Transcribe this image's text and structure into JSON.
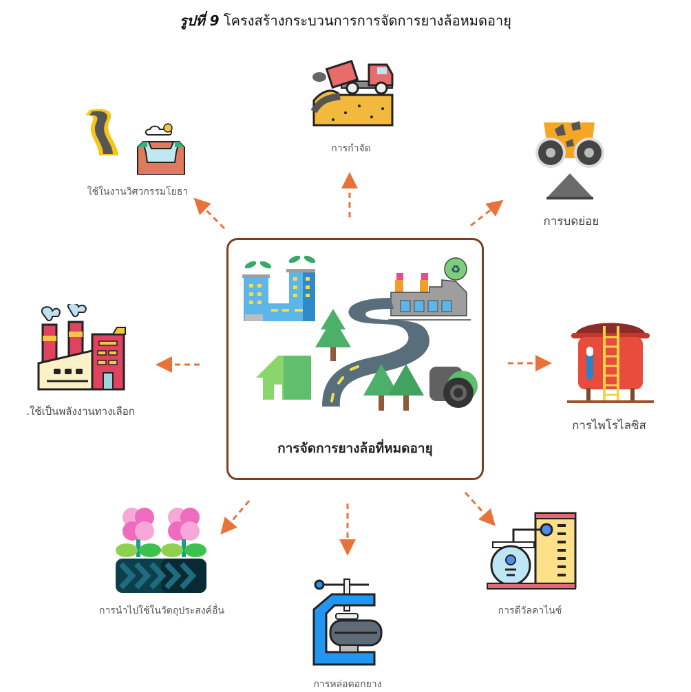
{
  "figure": {
    "number_label": "รูปที่ 9",
    "title": "โครงสร้างกระบวนการการจัดการยางล้อหมดอายุ"
  },
  "center": {
    "label": "การจัดการยางล้อที่หมดอายุ",
    "icons": [
      "green-building-icon",
      "recycling-factory-icon",
      "house-icon",
      "pine-tree-icon",
      "winding-road-icon",
      "tire-stack-icon"
    ]
  },
  "arrow_color": "#e8733a",
  "border_color": "#7a3f1e",
  "branches": [
    {
      "id": "disposal",
      "label": "การกำจัด",
      "icon": "dump-truck-landfill-icon"
    },
    {
      "id": "crushing",
      "label": "การบดย่อย",
      "icon": "crusher-icon"
    },
    {
      "id": "pyrolysis",
      "label": "การไพโรไลซิส",
      "icon": "pyrolysis-reactor-icon"
    },
    {
      "id": "devulcanization",
      "label": "การดีวัลคาไนซ์",
      "icon": "devulcanization-plant-icon"
    },
    {
      "id": "retreading",
      "label": "การหล่อดอกยาง",
      "icon": "tire-press-icon"
    },
    {
      "id": "other-purposes",
      "label": "การนำไปใช้ในวัตถุประสงค์อื่น",
      "icon": "tire-planter-icon"
    },
    {
      "id": "alternative-energy",
      "label": ".ใช้เป็นพลังงานทางเลือก",
      "icon": "factory-icon"
    },
    {
      "id": "civil-engineering",
      "label": "ใช้ในงานวิศวกรรมโยธา",
      "icon": "road-canal-icon"
    }
  ]
}
